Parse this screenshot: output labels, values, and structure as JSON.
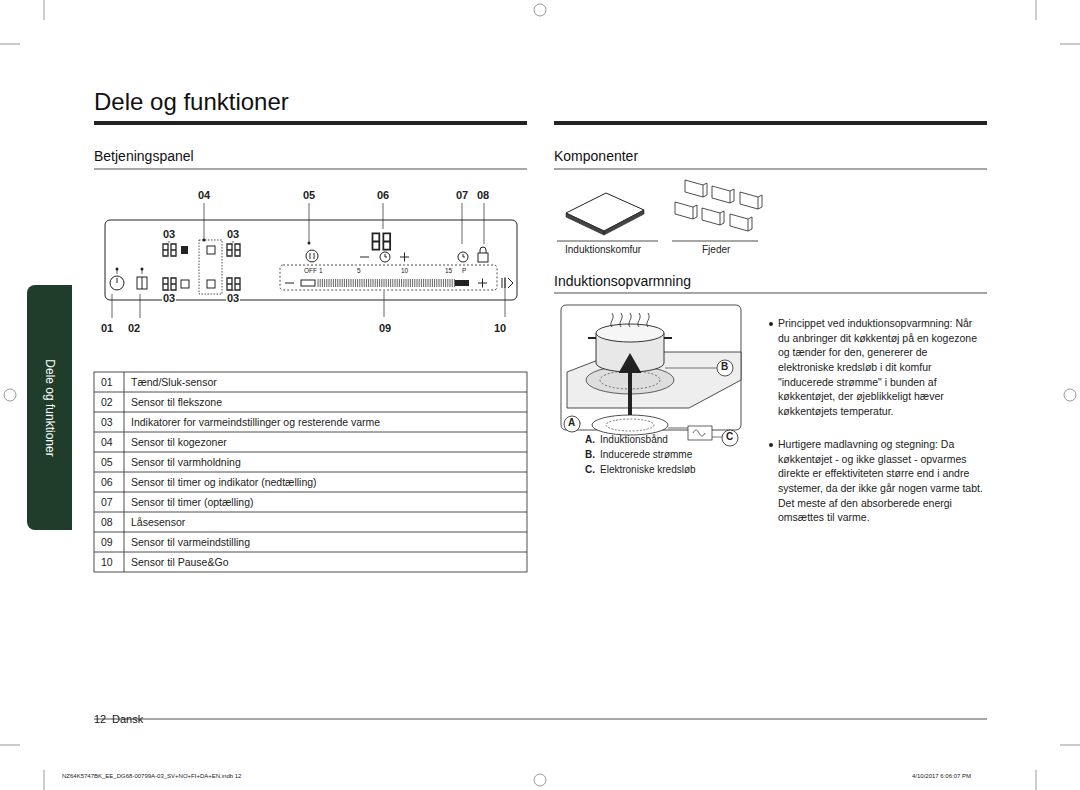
{
  "diagram": {
    "title": "Dele og funktioner",
    "nodes": [
      {
        "text": [
          "Dele og funktioner"
        ]
      }
    ],
    "labels": [
      "Betjeningspanel",
      "Komponenter",
      "04",
      "05",
      "06",
      "07",
      "08",
      "03",
      "03",
      "03",
      "03",
      "01",
      "02",
      "09",
      "10",
      "OFF",
      "1",
      "5",
      "10",
      "15",
      "P",
      "01",
      "Tænd/Sluk-sensor",
      "02",
      "Sensor til flekszone",
      "03",
      "Indikatorer for varmeindstillinger og resterende varme",
      "04",
      "Sensor til kogezoner",
      "05",
      "Sensor til varmholdning",
      "06",
      "Sensor til timer og indikator (nedtælling)",
      "07",
      "Sensor til timer (optælling)",
      "08",
      "Låsesensor",
      "09",
      "Sensor til varmeindstilling",
      "10",
      "Sensor til Pause&Go",
      "Induktionskomfur",
      "Fjeder",
      "Induktionsopvarmning",
      "B",
      "A",
      "C",
      "A.",
      "Induktionsbånd",
      "B.",
      "Inducerede strømme",
      "C.",
      "Elektroniske kredsløb",
      "Princippet ved induktionsopvarmning: Når du anbringer dit køkkentøj på en kogezone og tænder for den, genererer de elektroniske kredsløb i dit komfur \"inducerede strømme\" i bunden af køkkentøjet, der øjeblikkeligt hæver køkkentøjets temperatur.",
      "Hurtigere madlavning og stegning: Da køkkentøjet - og ikke glasset - opvarmes direkte er effektiviteten større end i andre systemer, da der ikke går nogen varme tabt. Det meste af den absorberede energi omsættes til varme.",
      "12",
      "Dansk",
      "NZ64K5747BK_EE_DG68-00799A-03_SV+NO+FI+DA+EN.indb 12",
      "4/10/2017 6:06:07 PM"
    ]
  }
}
